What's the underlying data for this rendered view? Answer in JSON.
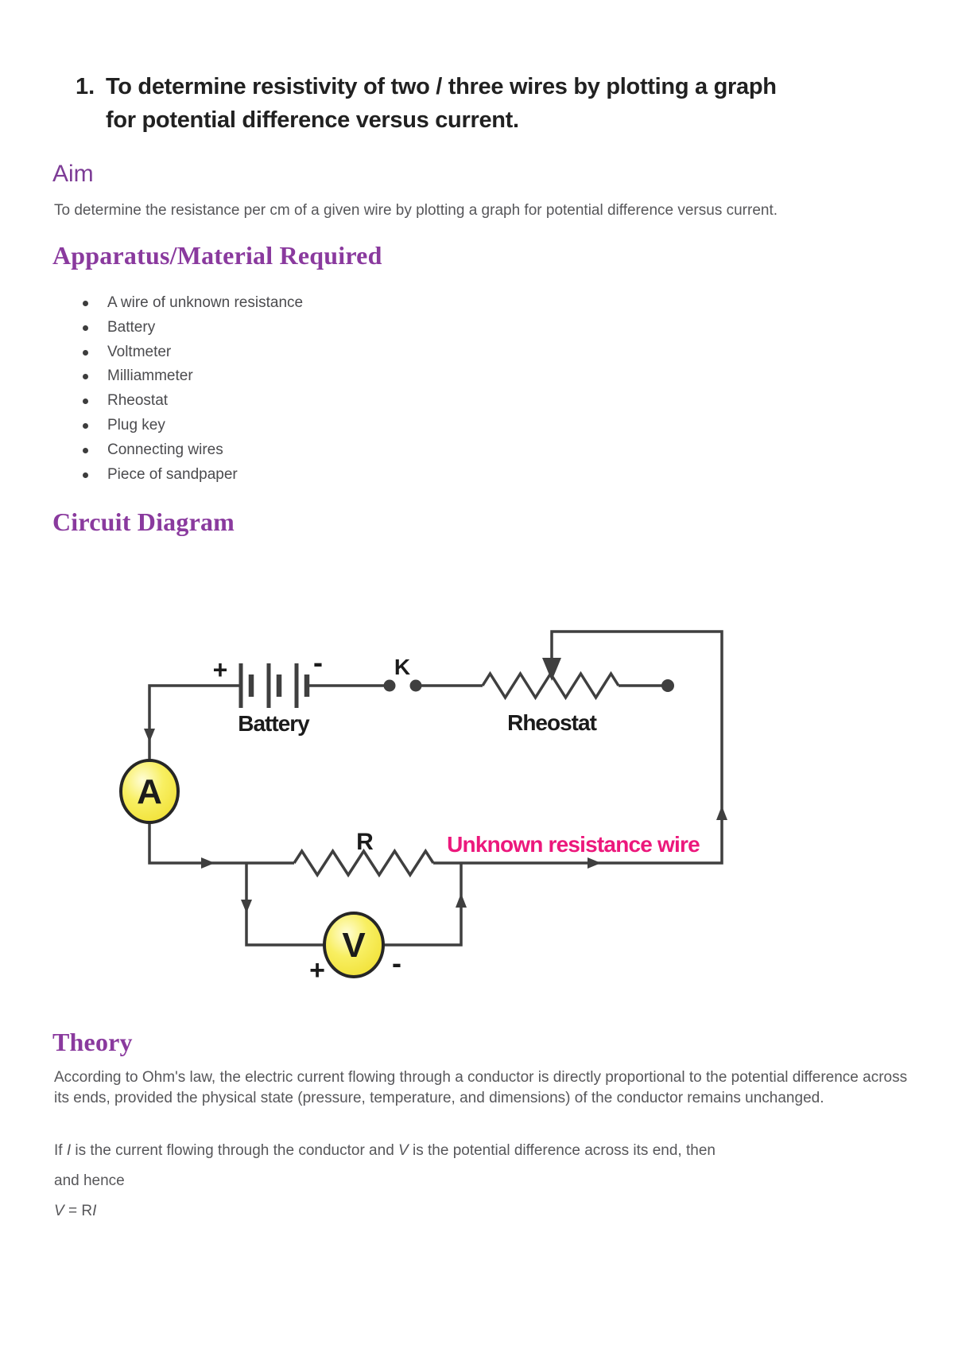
{
  "title": {
    "number": "1.",
    "text": "To determine resistivity of two / three wires by plotting a graph for potential difference versus current."
  },
  "aim": {
    "heading": "Aim",
    "body": "To determine the resistance per cm of a given wire by plotting a graph for potential difference versus current."
  },
  "apparatus": {
    "heading": "Apparatus/Material Required",
    "items": [
      "A wire of unknown resistance",
      "Battery",
      "Voltmeter",
      "Milliammeter",
      "Rheostat",
      "Plug key",
      "Connecting wires",
      "Piece of sandpaper"
    ]
  },
  "circuit": {
    "heading": "Circuit Diagram",
    "labels": {
      "battery_plus": "+",
      "battery_minus": "-",
      "battery": "Battery",
      "key": "K",
      "rheostat": "Rheostat",
      "ammeter": "A",
      "resistor": "R",
      "unknown_wire": "Unknown resistance wire",
      "voltmeter": "V",
      "volt_plus": "+",
      "volt_minus": "-"
    }
  },
  "theory": {
    "heading": "Theory",
    "para1": "According to Ohm's law, the electric current flowing through a conductor is directly proportional to the potential difference across its ends, provided the physical state (pressure, temperature, and dimensions) of the conductor remains unchanged.",
    "para2": {
      "pre": "If ",
      "var1": "I",
      "mid": " is the current flowing through the conductor and ",
      "var2": "V",
      "post": " is the potential difference across its end, then"
    },
    "para3": "and hence",
    "equation": {
      "lhs": "V",
      "op": " = ",
      "coef": "R",
      "var": "I"
    }
  },
  "colors": {
    "heading_sans_purple": "#7d3c96",
    "heading_serif_purple": "#8a3a9e",
    "pink_label": "#ec187c",
    "meter_yellow": "#f2e434",
    "wire_gray": "#3f3f3f",
    "body_text": "#57575a"
  }
}
